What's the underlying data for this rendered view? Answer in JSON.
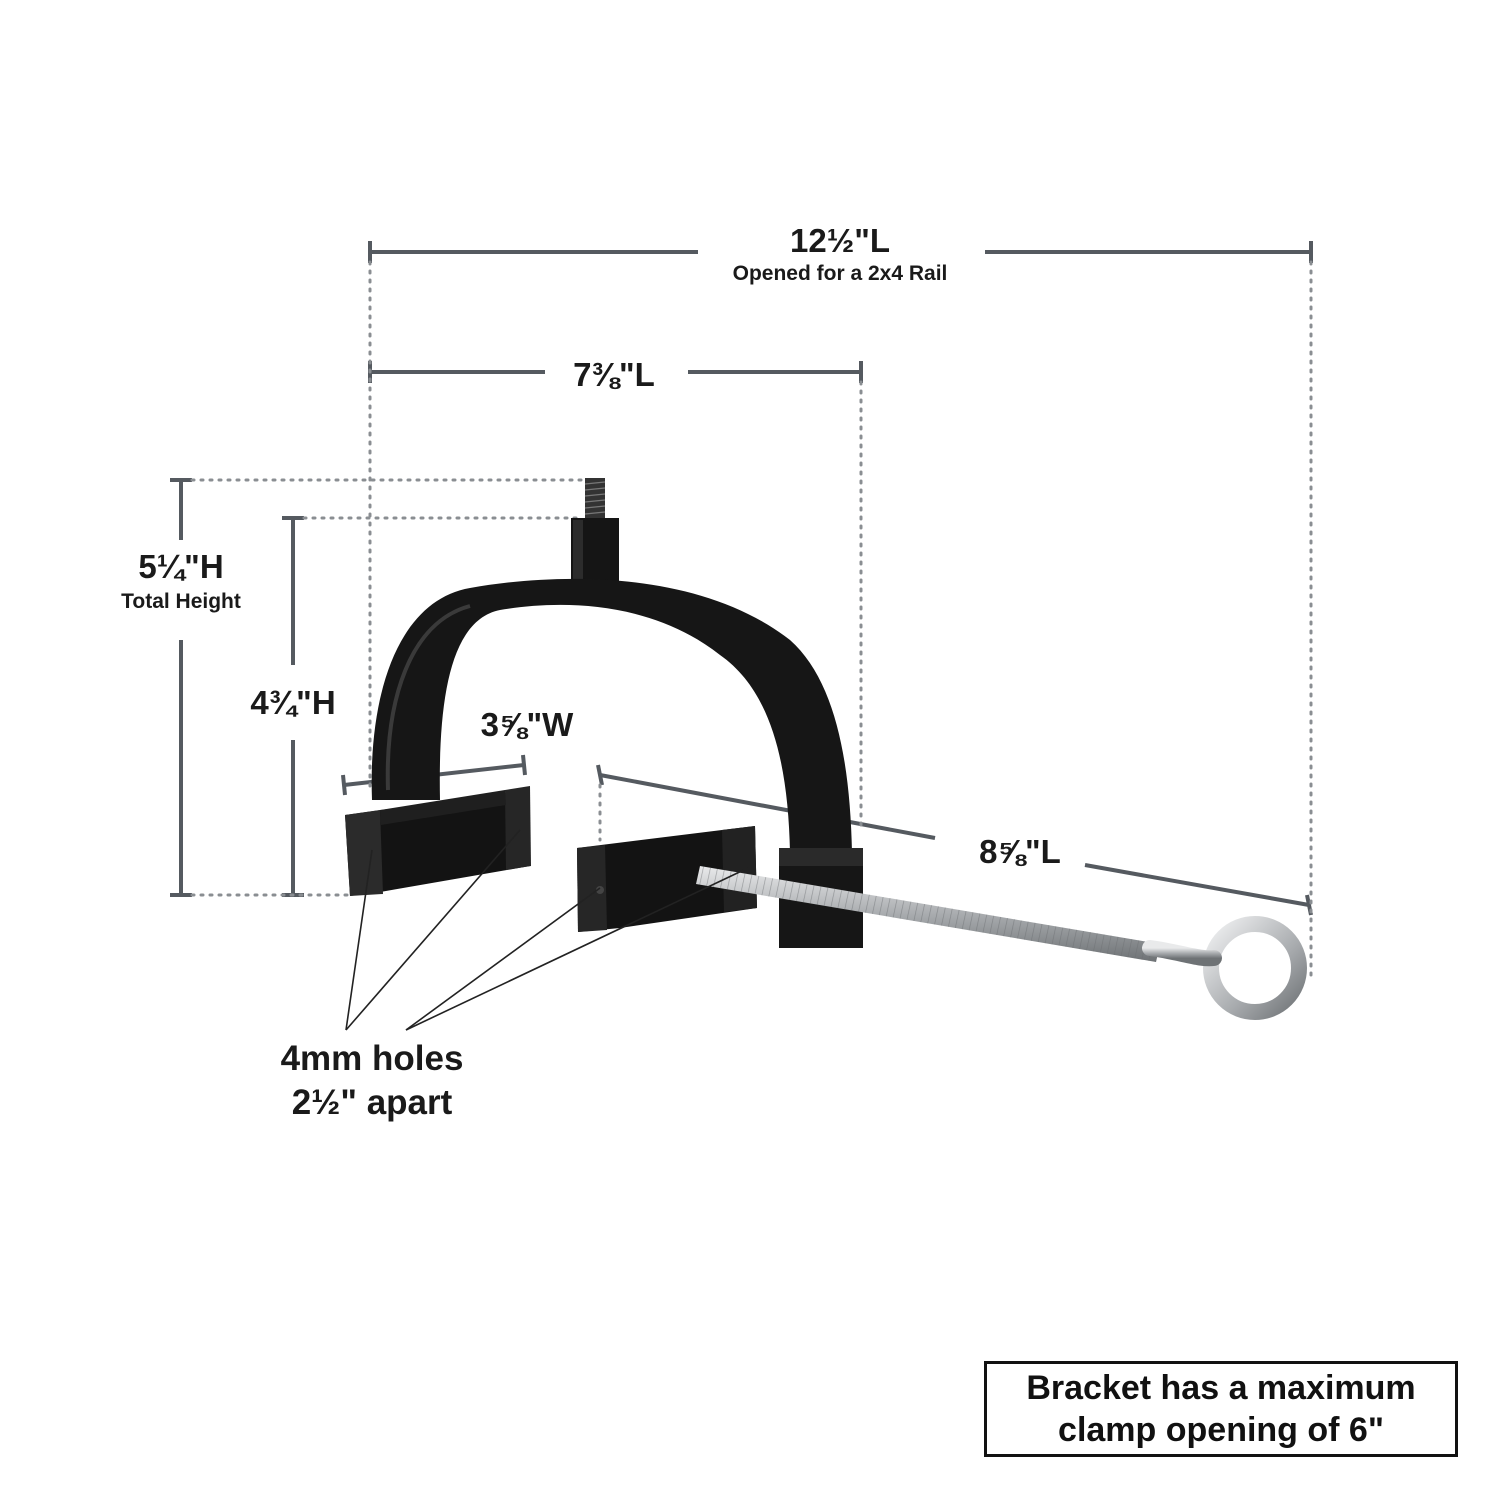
{
  "dimensions": {
    "overall_length": {
      "value": "12½\"L",
      "caption": "Opened for a 2x4 Rail"
    },
    "bracket_length": {
      "value": "7⅜\"L"
    },
    "total_height": {
      "value": "5¼\"H",
      "caption": "Total Height"
    },
    "bracket_height": {
      "value": "4¾\"H"
    },
    "width": {
      "value": "3⅝\"W"
    },
    "rod_length": {
      "value": "8⅝\"L"
    }
  },
  "holes_note": {
    "line1": "4mm holes",
    "line2": "2½\" apart"
  },
  "clamp_note": {
    "line1": "Bracket has a maximum",
    "line2": "clamp opening of 6\""
  },
  "colors": {
    "dimension_line": "#555a60",
    "bracket": "#161616",
    "rod": "#b9bcbf",
    "text": "#111111"
  }
}
